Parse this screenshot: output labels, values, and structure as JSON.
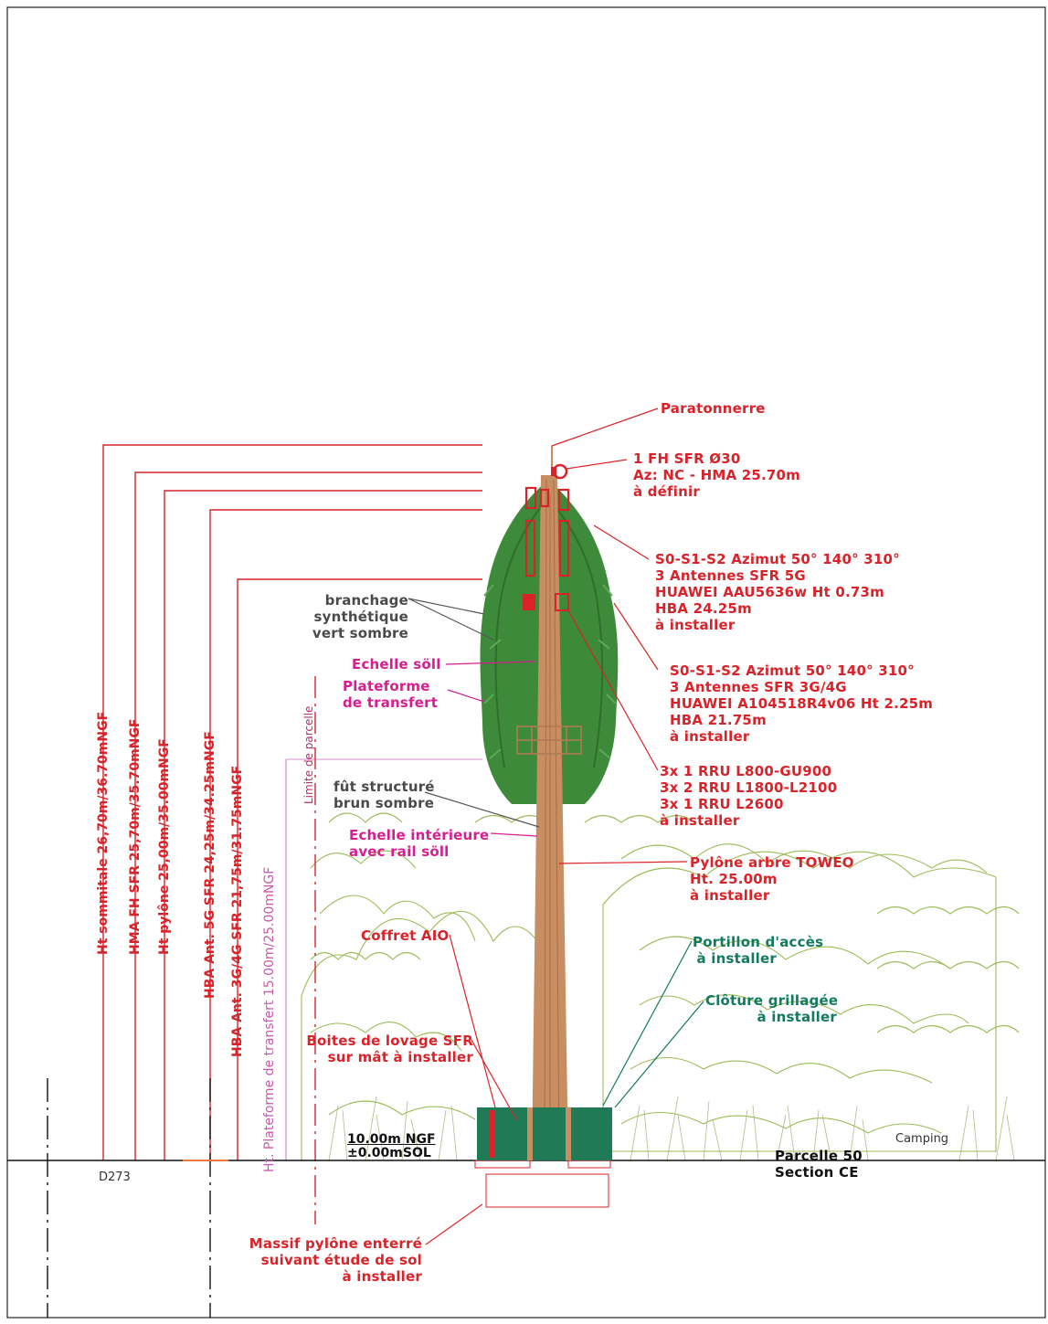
{
  "heights": {
    "sommitale": "Ht sommitale 26,70m/36.70mNGF",
    "hma_fh": "HMA FH SFR 25,70m/35.70mNGF",
    "pylone": "Ht pylône 25,00m/35.00mNGF",
    "hba_5g": "HBA Ant. 5G SFR 24,25m/34.25mNGF",
    "hba_3g4g": "HBA Ant. 3G/4G SFR 21,75m/31.75mNGF",
    "plateforme": "Ht. Plateforme de transfert 15.00m/25.00mNGF",
    "limite": "Limite de parcelle"
  },
  "labels": {
    "paratonnerre": "Paratonnerre",
    "fh": [
      "1 FH SFR Ø30",
      "Az: NC - HMA 25.70m",
      "à définir"
    ],
    "ant5g": [
      "S0-S1-S2 Azimut 50° 140° 310°",
      "3 Antennes SFR 5G",
      "HUAWEI AAU5636w Ht 0.73m",
      "HBA 24.25m",
      "à installer"
    ],
    "ant3g4g": [
      "S0-S1-S2 Azimut 50° 140° 310°",
      "3 Antennes SFR 3G/4G",
      "HUAWEI A104518R4v06 Ht 2.25m",
      "HBA 21.75m",
      "à installer"
    ],
    "rru": [
      "3x 1 RRU L800-GU900",
      "3x 2 RRU L1800-L2100",
      "3x 1 RRU L2600",
      "à installer"
    ],
    "pylone_arbre": [
      "Pylône arbre TOWEO",
      "Ht. 25.00m",
      "à installer"
    ],
    "branchage": [
      "branchage",
      "synthétique",
      "vert sombre"
    ],
    "echelle_soil": "Echelle söll",
    "plateforme": [
      "Plateforme",
      "de transfert"
    ],
    "fut": [
      "fût structuré",
      "brun sombre"
    ],
    "echelle_int": [
      "Echelle intérieure",
      "avec rail söll"
    ],
    "coffret": "Coffret AIO",
    "portillon": [
      "Portillon d'accès",
      "à installer"
    ],
    "cloture": [
      "Clôture grillagée",
      "à installer"
    ],
    "boites": [
      "Boites de lovage SFR",
      "sur mât à installer"
    ],
    "ngf": "10.00m NGF",
    "sol": "±0.00mSOL",
    "camping": "Camping",
    "d273": "D273",
    "parcelle": [
      "Parcelle 50",
      "Section CE"
    ],
    "massif": [
      "Massif pylône enterré",
      "suivant étude de sol",
      "à installer"
    ]
  },
  "colors": {
    "red": "#d9232a",
    "magenta": "#d61e8f",
    "green_text": "#127a5e",
    "foliage": "#3d8a3a",
    "trunk": "#c98d62",
    "scrub": "#8bb03a",
    "fence": "#1f7a55"
  },
  "icons": [
    "lightning-rod-icon",
    "microwave-dish-icon",
    "antenna-icon",
    "rru-icon"
  ]
}
